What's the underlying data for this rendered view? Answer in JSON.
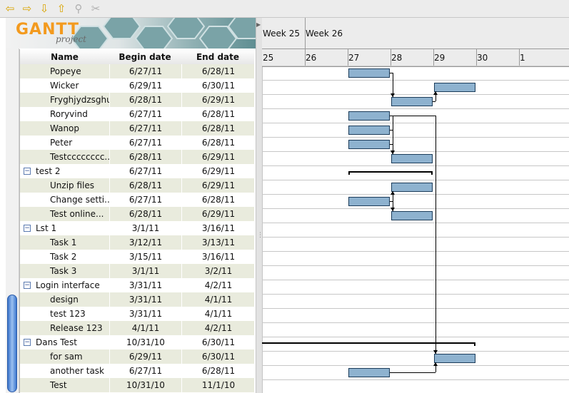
{
  "logo": {
    "brand": "GANTT",
    "sub": "project"
  },
  "toolbar": {
    "buttons": [
      {
        "name": "back-arrow-icon",
        "glyph": "⇦",
        "enabled": true
      },
      {
        "name": "forward-arrow-icon",
        "glyph": "⇨",
        "enabled": true
      },
      {
        "name": "down-arrow-icon",
        "glyph": "⇩",
        "enabled": true
      },
      {
        "name": "up-arrow-icon",
        "glyph": "⇧",
        "enabled": true
      },
      {
        "name": "link-icon",
        "glyph": "⚲",
        "enabled": false
      },
      {
        "name": "unlink-icon",
        "glyph": "✂",
        "enabled": false
      }
    ]
  },
  "table": {
    "columns": {
      "name": "Name",
      "begin": "Begin date",
      "end": "End date"
    },
    "rows": [
      {
        "name": "Popeye",
        "begin": "6/27/11",
        "end": "6/28/11",
        "level": 1
      },
      {
        "name": "Wicker",
        "begin": "6/29/11",
        "end": "6/30/11",
        "level": 1
      },
      {
        "name": "Fryghjydzsghu",
        "begin": "6/28/11",
        "end": "6/29/11",
        "level": 1
      },
      {
        "name": "Roryvind",
        "begin": "6/27/11",
        "end": "6/28/11",
        "level": 1
      },
      {
        "name": "Wanop",
        "begin": "6/27/11",
        "end": "6/28/11",
        "level": 1
      },
      {
        "name": "Peter",
        "begin": "6/27/11",
        "end": "6/28/11",
        "level": 1
      },
      {
        "name": "Testcccccccc...",
        "begin": "6/28/11",
        "end": "6/29/11",
        "level": 1
      },
      {
        "name": "test 2",
        "begin": "6/27/11",
        "end": "6/29/11",
        "level": 0
      },
      {
        "name": "Unzip files",
        "begin": "6/28/11",
        "end": "6/29/11",
        "level": 1
      },
      {
        "name": "Change setti...",
        "begin": "6/27/11",
        "end": "6/28/11",
        "level": 1
      },
      {
        "name": "Test online...",
        "begin": "6/28/11",
        "end": "6/29/11",
        "level": 1
      },
      {
        "name": "Lst 1",
        "begin": "3/1/11",
        "end": "3/16/11",
        "level": 0
      },
      {
        "name": "Task 1",
        "begin": "3/12/11",
        "end": "3/13/11",
        "level": 1
      },
      {
        "name": "Task 2",
        "begin": "3/15/11",
        "end": "3/16/11",
        "level": 1
      },
      {
        "name": "Task 3",
        "begin": "3/1/11",
        "end": "3/2/11",
        "level": 1
      },
      {
        "name": "Login interface",
        "begin": "3/31/11",
        "end": "4/2/11",
        "level": 0
      },
      {
        "name": "design",
        "begin": "3/31/11",
        "end": "4/1/11",
        "level": 1
      },
      {
        "name": "test 123",
        "begin": "3/31/11",
        "end": "4/1/11",
        "level": 1
      },
      {
        "name": "Release 123",
        "begin": "4/1/11",
        "end": "4/2/11",
        "level": 1
      },
      {
        "name": "Dans Test",
        "begin": "10/31/10",
        "end": "6/30/11",
        "level": 0
      },
      {
        "name": "for sam",
        "begin": "6/29/11",
        "end": "6/30/11",
        "level": 1
      },
      {
        "name": "another task",
        "begin": "6/27/11",
        "end": "6/28/11",
        "level": 1
      },
      {
        "name": "Test",
        "begin": "10/31/10",
        "end": "11/1/10",
        "level": 1
      }
    ]
  },
  "timeline": {
    "weeks": [
      {
        "label": "Week  25",
        "day": 0
      },
      {
        "label": "Week  26",
        "day": 1
      }
    ],
    "days": [
      "25",
      "26",
      "27",
      "28",
      "29",
      "30",
      "1"
    ],
    "bars": [
      {
        "row": 0,
        "start": 27,
        "end": 28,
        "type": "task"
      },
      {
        "row": 1,
        "start": 29,
        "end": 30,
        "type": "task"
      },
      {
        "row": 2,
        "start": 28,
        "end": 29,
        "type": "task"
      },
      {
        "row": 3,
        "start": 27,
        "end": 28,
        "type": "task"
      },
      {
        "row": 4,
        "start": 27,
        "end": 28,
        "type": "task"
      },
      {
        "row": 5,
        "start": 27,
        "end": 28,
        "type": "task"
      },
      {
        "row": 6,
        "start": 28,
        "end": 29,
        "type": "task"
      },
      {
        "row": 7,
        "start": 27,
        "end": 29,
        "type": "summary"
      },
      {
        "row": 8,
        "start": 28,
        "end": 29,
        "type": "task"
      },
      {
        "row": 9,
        "start": 27,
        "end": 28,
        "type": "task"
      },
      {
        "row": 10,
        "start": 28,
        "end": 29,
        "type": "task"
      },
      {
        "row": 19,
        "start": 24,
        "end": 30,
        "type": "summary"
      },
      {
        "row": 20,
        "start": 29,
        "end": 30,
        "type": "task"
      },
      {
        "row": 21,
        "start": 27,
        "end": 28,
        "type": "task"
      }
    ],
    "deps": [
      {
        "from": 0,
        "to": 2
      },
      {
        "from": 2,
        "to": 1
      },
      {
        "from": 3,
        "to": 6
      },
      {
        "from": 4,
        "to": 6
      },
      {
        "from": 5,
        "to": 6
      },
      {
        "from": 9,
        "to": 8
      },
      {
        "from": 9,
        "to": 10
      },
      {
        "from": 21,
        "to": 20
      },
      {
        "from": 3,
        "to": 20
      }
    ]
  }
}
